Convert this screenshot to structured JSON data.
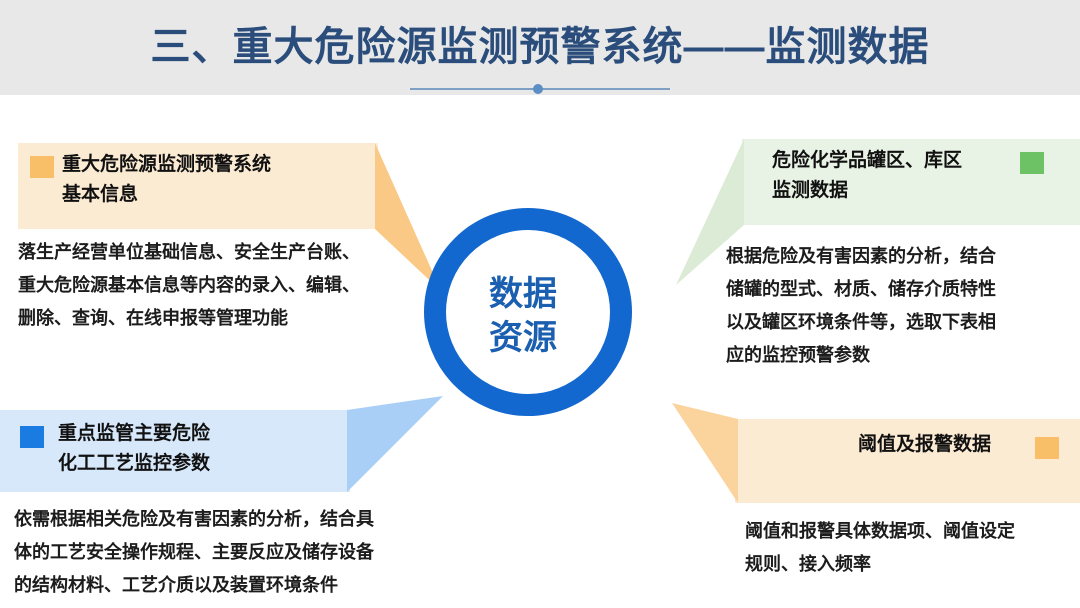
{
  "header": {
    "title": "三、重大危险源监测预警系统——监测数据"
  },
  "center": {
    "line1": "数据",
    "line2": "资源",
    "ring_color": "#1368CF",
    "text_color": "#1A5FB0"
  },
  "quadrants": {
    "top_left": {
      "bullet_color": "#F9BE68",
      "banner_color": "#FCEBD3",
      "wedge_color": "#F9C985",
      "heading_line1": "重大危险源监测预警系统",
      "heading_line2": "基本信息",
      "body_line1": "落生产经营单位基础信息、安全生产台账、",
      "body_line2": "重大危险源基本信息等内容的录入、编辑、",
      "body_line3": "删除、查询、在线申报等管理功能"
    },
    "top_right": {
      "bullet_color": "#6CC264",
      "banner_color": "#E9F3E5",
      "wedge_color": "#DCEBD5",
      "heading_line1": "危险化学品罐区、库区",
      "heading_line2": "监测数据",
      "body_line1": "根据危险及有害因素的分析，结合",
      "body_line2": "储罐的型式、材质、储存介质特性",
      "body_line3": "以及罐区环境条件等，选取下表相",
      "body_line4": "应的监控预警参数"
    },
    "bottom_left": {
      "bullet_color": "#1A7BE0",
      "banner_color": "#D7E8FB",
      "wedge_color": "#A9CFF6",
      "heading_line1": "重点监管主要危险",
      "heading_line2": "化工工艺监控参数",
      "body_line1": "依需根据相关危险及有害因素的分析，结合具",
      "body_line2": "体的工艺安全操作规程、主要反应及储存设备",
      "body_line3": "的结构材料、工艺介质以及装置环境条件"
    },
    "bottom_right": {
      "bullet_color": "#F9BE68",
      "banner_color": "#FCEBD3",
      "wedge_color": "#FBD39C",
      "heading_line1": "阈值及报警数据",
      "body_line1": "阈值和报警具体数据项、阈值设定",
      "body_line2": "规则、接入频率"
    }
  }
}
